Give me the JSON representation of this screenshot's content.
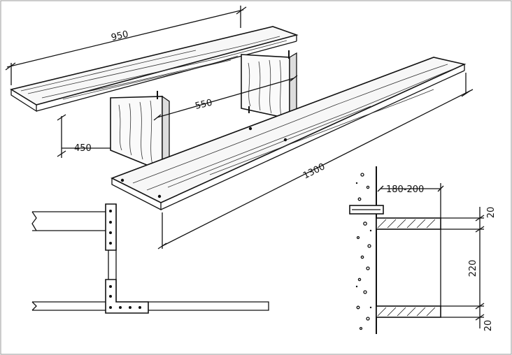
{
  "drawing": {
    "dimensions": {
      "shelf_length_top": "950",
      "bracket_spacing": "550",
      "bracket_height": "450",
      "shelf_length_bottom": "1300",
      "wall_offset": "180-200",
      "board_thickness_top": "20",
      "gap_height": "220",
      "board_thickness_bottom": "20"
    }
  }
}
